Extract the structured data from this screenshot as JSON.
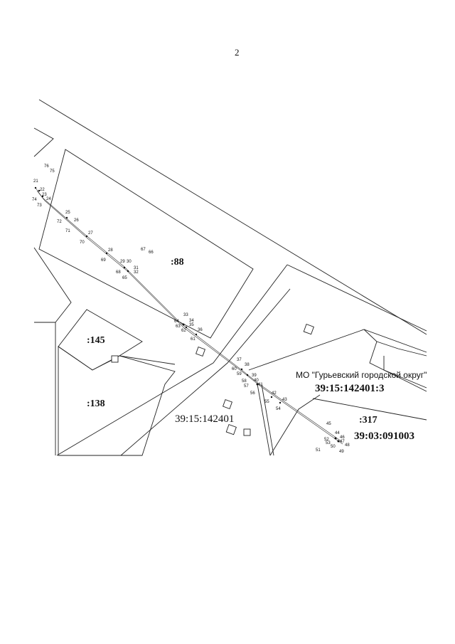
{
  "page_number": "2",
  "plot_labels": [
    ":88",
    ":145",
    ":138",
    ":317"
  ],
  "quarter_labels": [
    "39:15:142401",
    "39:15:142401:3",
    "39:03:091003"
  ],
  "municipality_label": "МО \"Гурьевский городской округ\"",
  "point_numbers": [
    "21",
    "22",
    "23",
    "24",
    "73",
    "74",
    "75",
    "76",
    "25",
    "72",
    "26",
    "71",
    "27",
    "70",
    "28",
    "69",
    "29",
    "30",
    "31",
    "32",
    "65",
    "66",
    "67",
    "68",
    "33",
    "34",
    "35",
    "36",
    "61",
    "62",
    "63",
    "64",
    "37",
    "38",
    "39",
    "40",
    "41",
    "42",
    "43",
    "54",
    "55",
    "56",
    "57",
    "58",
    "59",
    "60",
    "44",
    "45",
    "46",
    "47",
    "48",
    "49",
    "50",
    "51",
    "52",
    "53"
  ]
}
